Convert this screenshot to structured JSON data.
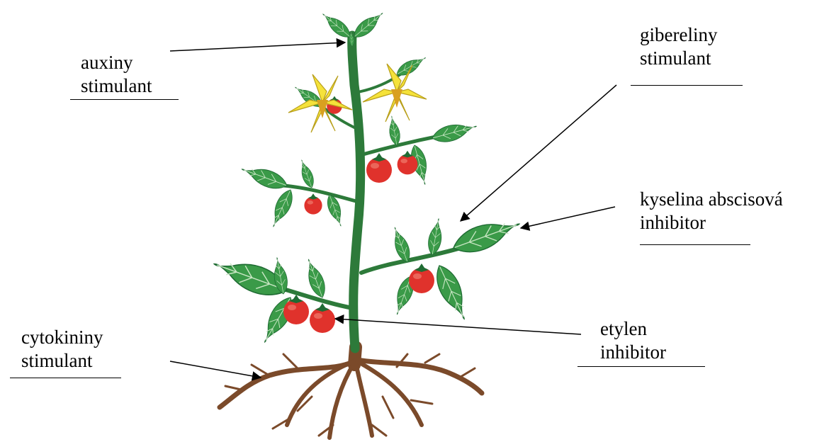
{
  "labels": {
    "auxiny": {
      "name": "auxiny",
      "role": "stimulant"
    },
    "gibereliny": {
      "name": "gibereliny",
      "role": "stimulant"
    },
    "kyselina": {
      "name": "kyselina abscisová",
      "role": "inhibitor"
    },
    "etylen": {
      "name": "etylen",
      "role": "inhibitor"
    },
    "cytokininy": {
      "name": "cytokininy",
      "role": "stimulant"
    }
  },
  "colors": {
    "leaf": "#3a9a48",
    "leaf_dark": "#1f6b33",
    "vein": "#c8e6c3",
    "stem": "#2d7a3a",
    "root": "#7b4a2a",
    "petal": "#f5e23a",
    "flower_center": "#d9a020",
    "fruit": "#e0322c",
    "arrow": "#000000"
  }
}
